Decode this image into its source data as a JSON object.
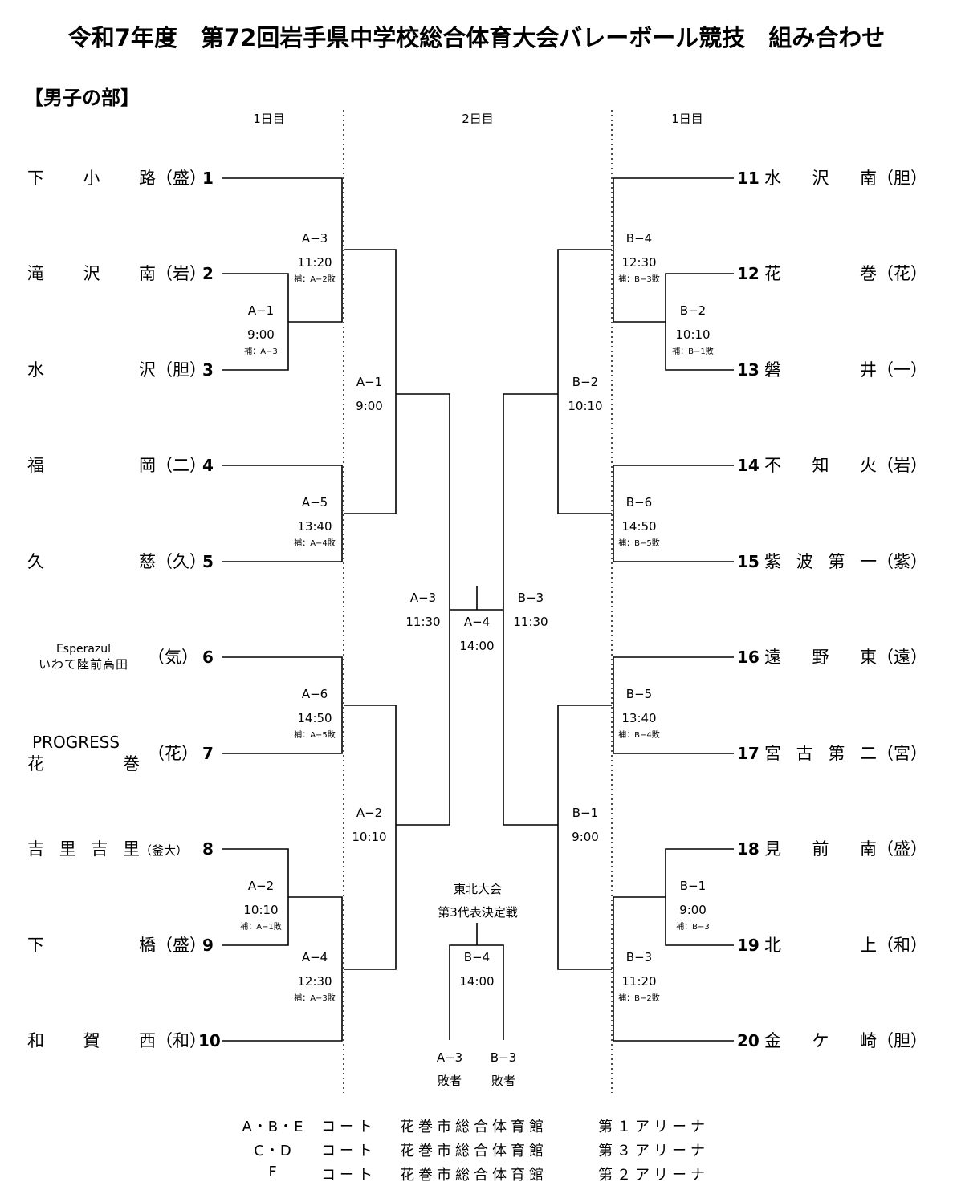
{
  "title": "令和7年度　第72回岩手県中学校総合体育大会バレーボール競技　組み合わせ",
  "section": "【男子の部】",
  "days": {
    "left": "1日目",
    "center": "2日目",
    "right": "1日目"
  },
  "left_teams": [
    {
      "num": "1",
      "name": "下小路",
      "pref": "（盛）"
    },
    {
      "num": "2",
      "name": "滝沢南",
      "pref": "（岩）"
    },
    {
      "num": "3",
      "name": "水沢",
      "pref": "（胆）"
    },
    {
      "num": "4",
      "name": "福岡",
      "pref": "（二）"
    },
    {
      "num": "5",
      "name": "久慈",
      "pref": "（久）"
    },
    {
      "num": "6",
      "name_top": "Esperazul",
      "name": "いわて陸前高田",
      "pref": "（気）"
    },
    {
      "num": "7",
      "name_top": "PROGRESS",
      "name": "花巻",
      "pref": "（花）"
    },
    {
      "num": "8",
      "name": "吉里吉里",
      "pref": "（釜大）"
    },
    {
      "num": "9",
      "name": "下橋",
      "pref": "（盛）"
    },
    {
      "num": "10",
      "name": "和賀西",
      "pref": "（和）"
    }
  ],
  "right_teams": [
    {
      "num": "11",
      "name": "水沢南",
      "pref": "（胆）"
    },
    {
      "num": "12",
      "name": "花巻",
      "pref": "（花）"
    },
    {
      "num": "13",
      "name": "磐井",
      "pref": "（一）"
    },
    {
      "num": "14",
      "name": "不知火",
      "pref": "（岩）"
    },
    {
      "num": "15",
      "name": "紫波第一",
      "pref": "（紫）"
    },
    {
      "num": "16",
      "name": "遠野東",
      "pref": "（遠）"
    },
    {
      "num": "17",
      "name": "宮古第二",
      "pref": "（宮）"
    },
    {
      "num": "18",
      "name": "見前南",
      "pref": "（盛）"
    },
    {
      "num": "19",
      "name": "北上",
      "pref": "（和）"
    },
    {
      "num": "20",
      "name": "金ケ崎",
      "pref": "（胆）"
    }
  ],
  "matches": {
    "l_a1": {
      "code": "A−1",
      "time": "9:00",
      "sub": "補：A−3"
    },
    "l_a3": {
      "code": "A−3",
      "time": "11:20",
      "sub": "補：A−2敗"
    },
    "l_a5": {
      "code": "A−5",
      "time": "13:40",
      "sub": "補：A−4敗"
    },
    "l_a6": {
      "code": "A−6",
      "time": "14:50",
      "sub": "補：A−5敗"
    },
    "l_a2": {
      "code": "A−2",
      "time": "10:10",
      "sub": "補：A−1敗"
    },
    "l_a4": {
      "code": "A−4",
      "time": "12:30",
      "sub": "補：A−3敗"
    },
    "r_b4": {
      "code": "B−4",
      "time": "12:30",
      "sub": "補：B−3敗"
    },
    "r_b2": {
      "code": "B−2",
      "time": "10:10",
      "sub": "補：B−1敗"
    },
    "r_b6": {
      "code": "B−6",
      "time": "14:50",
      "sub": "補：B−5敗"
    },
    "r_b5": {
      "code": "B−5",
      "time": "13:40",
      "sub": "補：B−4敗"
    },
    "r_b1": {
      "code": "B−1",
      "time": "9:00",
      "sub": "補：B−3"
    },
    "r_b3": {
      "code": "B−3",
      "time": "11:20",
      "sub": "補：B−2敗"
    },
    "d2_a1": {
      "code": "A−1",
      "time": "9:00"
    },
    "d2_a2": {
      "code": "A−2",
      "time": "10:10"
    },
    "d2_a3": {
      "code": "A−3",
      "time": "11:30"
    },
    "d2_b2": {
      "code": "B−2",
      "time": "10:10"
    },
    "d2_b1": {
      "code": "B−1",
      "time": "9:00"
    },
    "d2_b3": {
      "code": "B−3",
      "time": "11:30"
    },
    "final": {
      "code": "A−4",
      "time": "14:00"
    },
    "third": {
      "code": "B−4",
      "time": "14:00"
    }
  },
  "tohoku": {
    "line1": "東北大会",
    "line2": "第3代表決定戦"
  },
  "losers": [
    {
      "code": "A−3",
      "label": "敗者"
    },
    {
      "code": "B−3",
      "label": "敗者"
    }
  ],
  "courts": [
    {
      "courts": "A・B・E",
      "label": "コート",
      "venue": "花巻市総合体育館",
      "arena": "第１アリーナ"
    },
    {
      "courts": "C・D",
      "label": "コート",
      "venue": "花巻市総合体育館",
      "arena": "第３アリーナ"
    },
    {
      "courts": "F",
      "label": "コート",
      "venue": "花巻市総合体育館",
      "arena": "第２アリーナ"
    }
  ]
}
